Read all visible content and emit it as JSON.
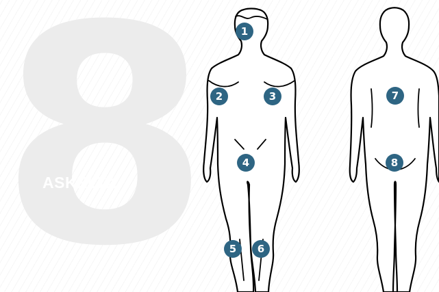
{
  "step_count_graphic": {
    "numeral": "8",
    "label": "ASKELTA"
  },
  "colors": {
    "badge": "#2e6583",
    "badge_text": "#ffffff",
    "outline": "#000000",
    "numeral": "#ececec"
  },
  "front_figure": {
    "points": [
      {
        "number": "1",
        "location": "face"
      },
      {
        "number": "2",
        "location": "left chest"
      },
      {
        "number": "3",
        "location": "right chest"
      },
      {
        "number": "4",
        "location": "groin"
      },
      {
        "number": "5",
        "location": "left knee"
      },
      {
        "number": "6",
        "location": "right knee"
      }
    ]
  },
  "back_figure": {
    "points": [
      {
        "number": "7",
        "location": "back"
      },
      {
        "number": "8",
        "location": "buttocks"
      }
    ]
  }
}
